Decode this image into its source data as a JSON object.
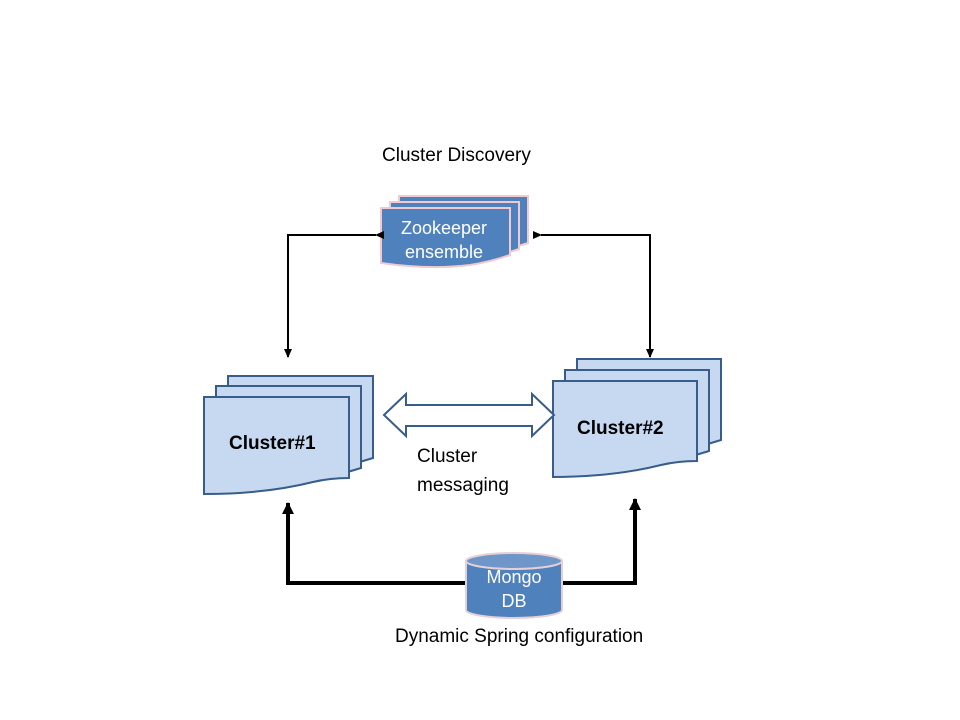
{
  "title": "Cluster Discovery",
  "zookeeper": {
    "line1": "Zookeeper",
    "line2": "ensemble"
  },
  "cluster1": {
    "label": "Cluster#1"
  },
  "cluster2": {
    "label": "Cluster#2"
  },
  "messaging": {
    "line1": "Cluster",
    "line2": "messaging"
  },
  "mongodb": {
    "line1": "Mongo",
    "line2": "DB"
  },
  "footer_caption": "Dynamic Spring configuration",
  "colors": {
    "zookeeper_fill": "#4f81bd",
    "zookeeper_border": "#f2c9d0",
    "cluster_fill": "#c6d9f1",
    "cluster_stroke": "#385d8a",
    "mongo_fill": "#4f81bd",
    "arrow": "#000000"
  }
}
